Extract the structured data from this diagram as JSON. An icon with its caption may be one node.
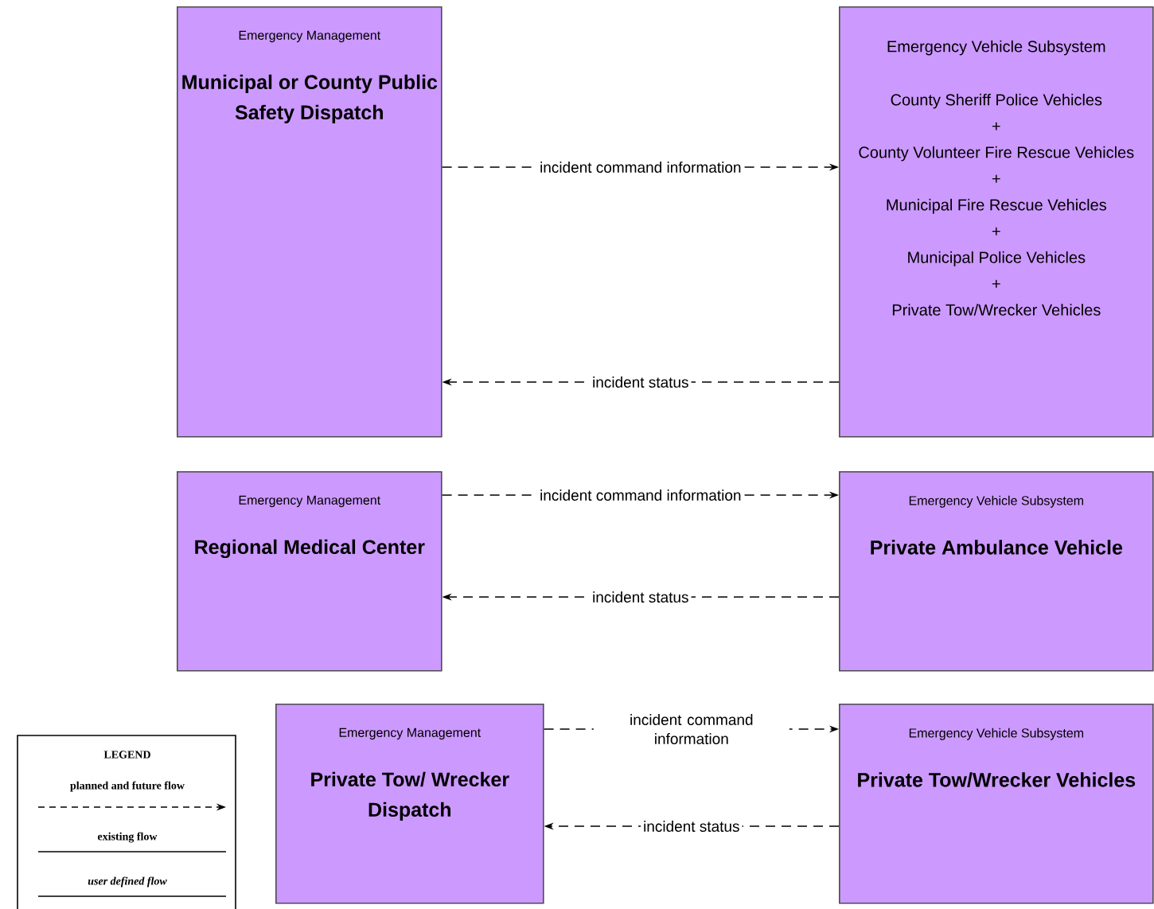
{
  "diagram": {
    "nodes": [
      {
        "text": [
          "Emergency Management",
          "Municipal or County Public Safety Dispatch"
        ]
      },
      {
        "text": [
          "Emergency Vehicle Subsystem",
          "County Sheriff Police Vehicles",
          "+",
          "County Volunteer Fire Rescue Vehicles",
          "+",
          "Municipal Fire Rescue Vehicles",
          "+",
          "Municipal Police Vehicles",
          "+",
          "Private Tow/Wrecker Vehicles"
        ]
      },
      {
        "text": [
          "Emergency Management",
          "Regional Medical Center"
        ]
      },
      {
        "text": [
          "Emergency Vehicle Subsystem",
          "Private Ambulance Vehicle"
        ]
      },
      {
        "text": [
          "Emergency Management",
          "Private Tow/ Wrecker Dispatch"
        ]
      },
      {
        "text": [
          "Emergency Vehicle Subsystem",
          "Private Tow/Wrecker Vehicles"
        ]
      }
    ],
    "edges": [
      {
        "from": 0,
        "to": 1,
        "arrow": "to",
        "label": "incident command information",
        "style": "dashed"
      },
      {
        "from": 1,
        "to": 0,
        "arrow": "to",
        "label": "incident status",
        "style": "dashed"
      },
      {
        "from": 2,
        "to": 3,
        "arrow": "to",
        "label": "incident command information",
        "style": "dashed"
      },
      {
        "from": 3,
        "to": 2,
        "arrow": "to",
        "label": "incident status",
        "style": "dashed"
      },
      {
        "from": 4,
        "to": 5,
        "arrow": "to",
        "label": "incident command information",
        "style": "dashed"
      },
      {
        "from": 5,
        "to": 4,
        "arrow": "to",
        "label": "incident status",
        "style": "dashed"
      }
    ],
    "labels": [
      "LEGEND"
    ],
    "legend": [
      {
        "text": "planned and future flow"
      },
      {
        "text": "existing flow"
      },
      {
        "text": "user defined flow"
      }
    ]
  }
}
